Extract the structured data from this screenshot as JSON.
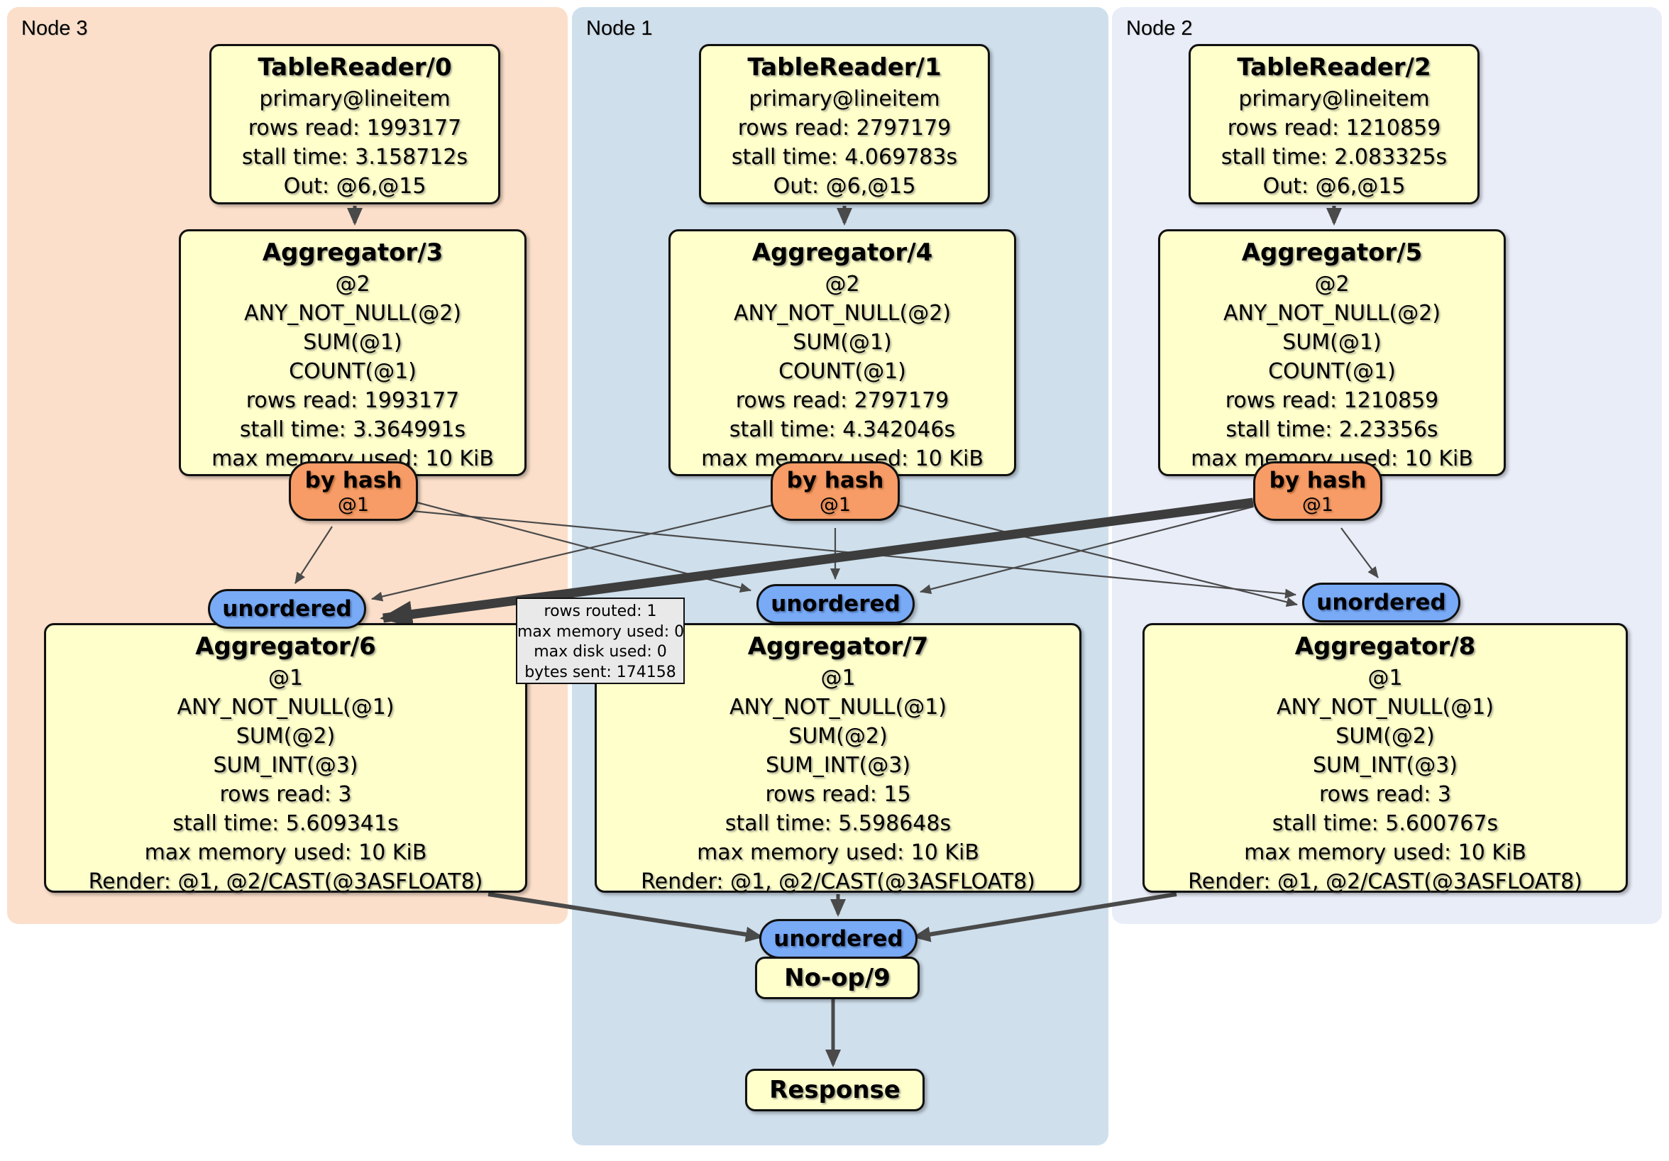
{
  "panels": {
    "node3": {
      "label": "Node 3"
    },
    "node1": {
      "label": "Node 1"
    },
    "node2": {
      "label": "Node 2"
    }
  },
  "boxes": {
    "tr0": {
      "title": "TableReader/0",
      "lines": [
        "primary@lineitem",
        "rows read: 1993177",
        "stall time: 3.158712s",
        "Out: @6,@15"
      ]
    },
    "tr1": {
      "title": "TableReader/1",
      "lines": [
        "primary@lineitem",
        "rows read: 2797179",
        "stall time: 4.069783s",
        "Out: @6,@15"
      ]
    },
    "tr2": {
      "title": "TableReader/2",
      "lines": [
        "primary@lineitem",
        "rows read: 1210859",
        "stall time: 2.083325s",
        "Out: @6,@15"
      ]
    },
    "ag3": {
      "title": "Aggregator/3",
      "lines": [
        "@2",
        "ANY_NOT_NULL(@2)",
        "SUM(@1)",
        "COUNT(@1)",
        "rows read: 1993177",
        "stall time: 3.364991s",
        "max memory used: 10 KiB"
      ]
    },
    "ag4": {
      "title": "Aggregator/4",
      "lines": [
        "@2",
        "ANY_NOT_NULL(@2)",
        "SUM(@1)",
        "COUNT(@1)",
        "rows read: 2797179",
        "stall time: 4.342046s",
        "max memory used: 10 KiB"
      ]
    },
    "ag5": {
      "title": "Aggregator/5",
      "lines": [
        "@2",
        "ANY_NOT_NULL(@2)",
        "SUM(@1)",
        "COUNT(@1)",
        "rows read: 1210859",
        "stall time: 2.23356s",
        "max memory used: 10 KiB"
      ]
    },
    "ag6": {
      "title": "Aggregator/6",
      "lines": [
        "@1",
        "ANY_NOT_NULL(@1)",
        "SUM(@2)",
        "SUM_INT(@3)",
        "rows read: 3",
        "stall time: 5.609341s",
        "max memory used: 10 KiB",
        "Render: @1, @2/CAST(@3ASFLOAT8)"
      ]
    },
    "ag7": {
      "title": "Aggregator/7",
      "lines": [
        "@1",
        "ANY_NOT_NULL(@1)",
        "SUM(@2)",
        "SUM_INT(@3)",
        "rows read: 15",
        "stall time: 5.598648s",
        "max memory used: 10 KiB",
        "Render: @1, @2/CAST(@3ASFLOAT8)"
      ]
    },
    "ag8": {
      "title": "Aggregator/8",
      "lines": [
        "@1",
        "ANY_NOT_NULL(@1)",
        "SUM(@2)",
        "SUM_INT(@3)",
        "rows read: 3",
        "stall time: 5.600767s",
        "max memory used: 10 KiB",
        "Render: @1, @2/CAST(@3ASFLOAT8)"
      ]
    },
    "noop": {
      "title": "No-op/9"
    },
    "response": {
      "title": "Response"
    }
  },
  "routers": {
    "by_hash_label": "by hash",
    "by_hash_key": "@1",
    "unordered_label": "unordered"
  },
  "edge_tooltip": {
    "lines": [
      "rows routed: 1",
      "max memory used: 0",
      "max disk used: 0",
      "bytes sent: 174158"
    ]
  },
  "colors": {
    "panel_node3": "#fbdfca",
    "panel_node1": "#cfdfec",
    "panel_node2": "#e9edf8",
    "box_fill": "#ffffcc",
    "by_hash_fill": "#f79c66",
    "unordered_fill": "#78aaf6",
    "edge": "#4a4a4a",
    "tooltip_fill": "#e9e9e9"
  }
}
